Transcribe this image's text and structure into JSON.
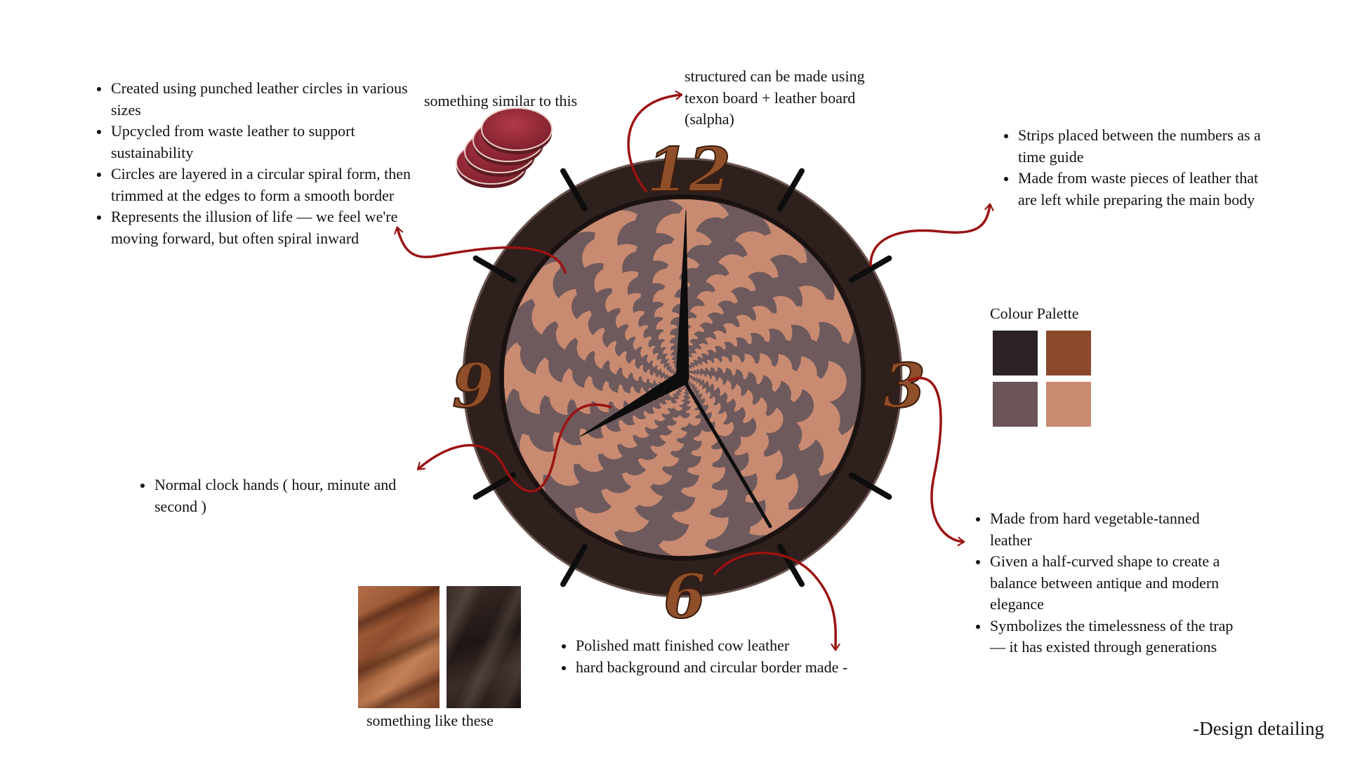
{
  "annotations": {
    "top_left": {
      "bullets": [
        "Created using punched leather circles in various sizes",
        "Upcycled from waste leather to support sustainability",
        "Circles are layered in a circular spiral form, then trimmed at the edges to form a smooth border",
        "Represents the illusion of life — we feel we're moving forward, but often spiral inward"
      ]
    },
    "reference_label": "something similar to this",
    "top_center": {
      "lines": [
        "structured can be made using",
        "texon board + leather board",
        "(salpha)"
      ]
    },
    "top_right": {
      "bullets": [
        "Strips placed between the numbers as a time guide",
        "Made from waste pieces of leather that are left while preparing the main body"
      ]
    },
    "left_middle": {
      "bullets": [
        "Normal clock hands ( hour, minute and second )"
      ]
    },
    "bottom_center": {
      "bullets": [
        "Polished matt finished  cow leather",
        "hard background and circular  border made -"
      ]
    },
    "bottom_right": {
      "bullets": [
        "Made from hard vegetable-tanned leather",
        "Given a half-curved shape to create a balance between antique and modern elegance",
        "Symbolizes the timelessness of the trap — it has existed through generations"
      ]
    },
    "leather_label": "something like these"
  },
  "palette": {
    "title": "Colour Palette",
    "colors": [
      "#2c2424",
      "#8a4a2b",
      "#6b5558",
      "#c98a72"
    ]
  },
  "clock": {
    "numerals": [
      "12",
      "3",
      "6",
      "9"
    ],
    "numeral_color": "#8f4f2a",
    "border_color": "#2e201d",
    "spiral_colors": [
      "#c98a72",
      "#6e5a5c"
    ],
    "hand_color": "#0d0d0d",
    "arrow_color": "#9b1212"
  },
  "footer": {
    "title": "-Design detailing"
  }
}
